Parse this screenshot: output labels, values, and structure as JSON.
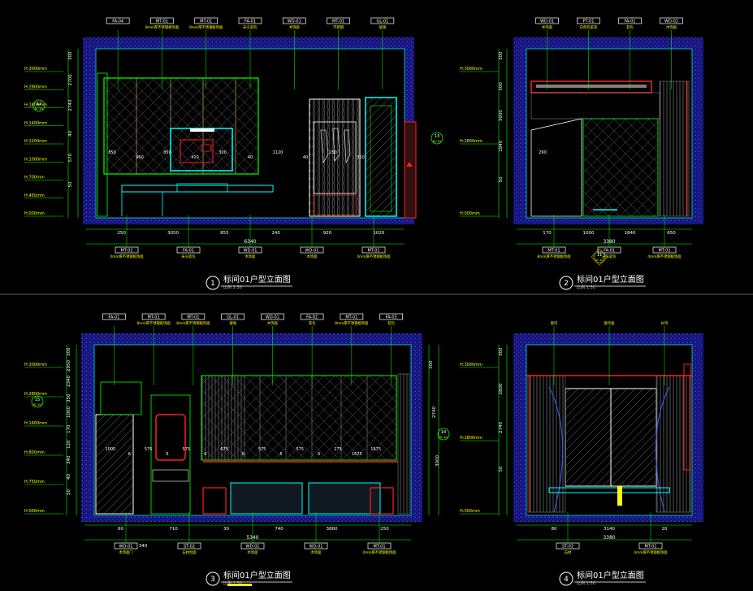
{
  "colors": {
    "background": "#000000",
    "wall": "#1a1aa0",
    "wall_hatch": "#4f4fe0",
    "cyan": "#00ffff",
    "green": "#00ff00",
    "yellow": "#ffff00",
    "white": "#ffffff",
    "red": "#ff2020",
    "magenta": "#ff00ff",
    "orange": "#ff9900",
    "grey": "#808080"
  },
  "separators": {
    "separator_color": "#606060"
  },
  "elevations": [
    {
      "number": "1",
      "title": "标间01户型立面图",
      "scale": "比例 1:30",
      "levels": [
        "H:3000mm",
        "H:2800mm",
        "H:1800mm",
        "H:1400mm",
        "H:1200mm",
        "H:1000mm",
        "H:700mm",
        "H:450mm",
        "H:000mm"
      ],
      "vertical_dims": [
        "300",
        "2700",
        "2740",
        "40",
        "570",
        "50"
      ],
      "bottom_dims": [
        "250",
        "3050",
        "855",
        "240",
        "920",
        "1020"
      ],
      "total_dim": "6340",
      "inner_dims": [
        "850",
        "960",
        "850",
        "410",
        "300",
        "40",
        "1120",
        "40",
        "250",
        "350"
      ],
      "section_mark_left": {
        "num": "12",
        "ref": "IE-10"
      },
      "section_mark_right": {
        "num": "13",
        "ref": "IE-10"
      },
      "top_tags": [
        {
          "code": "FA-04",
          "note": ""
        },
        {
          "code": "MT-01",
          "note": "8mm厚不锈钢板饰面"
        },
        {
          "code": "MT-01",
          "note": "8mm厚不锈钢板饰面"
        },
        {
          "code": "FA-01",
          "note": "床头软包"
        },
        {
          "code": "WD-01",
          "note": "木饰面"
        },
        {
          "code": "MT-01",
          "note": "不锈钢"
        },
        {
          "code": "GL-01",
          "note": "玻璃"
        }
      ],
      "bottom_tags": [
        {
          "code": "MT-01",
          "note": "4mm厚不锈钢板饰面"
        },
        {
          "code": "FA-01",
          "note": "床头软包"
        },
        {
          "code": "WD-01",
          "note": "木饰面"
        },
        {
          "code": "WD-01",
          "note": "木饰面"
        },
        {
          "code": "MT-01",
          "note": "4mm厚不锈钢板饰面"
        }
      ]
    },
    {
      "number": "2",
      "title": "标间01户型立面图",
      "scale": "比例 1:30",
      "levels": [
        "H:3000mm",
        "H:2800mm",
        "H:000mm"
      ],
      "vertical_dims": [
        "300",
        "500",
        "3000",
        "1840",
        "50"
      ],
      "bottom_dims": [
        "170",
        "1000",
        "1840",
        "650"
      ],
      "total_dim": "3380",
      "inner_dims": [
        "290"
      ],
      "section_mark_bottom": {
        "num": "11",
        "ref": "IE-10"
      },
      "top_tags": [
        {
          "code": "WD-01",
          "note": "木饰面"
        },
        {
          "code": "PT-01",
          "note": "白色乳胶漆"
        },
        {
          "code": "FA-01",
          "note": "软包"
        },
        {
          "code": "WD-01",
          "note": "木饰面"
        }
      ],
      "bottom_tags": [
        {
          "code": "MT-01",
          "note": "8mm厚不锈钢板饰面"
        },
        {
          "code": "FA-01",
          "note": "床头软包"
        },
        {
          "code": "MT-01",
          "note": "4mm厚不锈钢板饰面"
        }
      ]
    },
    {
      "number": "3",
      "title": "标间01户型立面图",
      "scale": "比例 1:30",
      "levels": [
        "H:3000mm",
        "H:2800mm",
        "H:1600mm",
        "H:800mm",
        "H:750mm",
        "H:000mm"
      ],
      "vertical_dims": [
        "300",
        "2950",
        "2340",
        "350",
        "1000",
        "170",
        "120",
        "340",
        "40",
        "50"
      ],
      "right_dims": [
        "300",
        "2740",
        "3000"
      ],
      "bottom_dims": [
        "60",
        "710",
        "30",
        "740",
        "3860",
        "250"
      ],
      "total_dim": "5340",
      "extra_dim": "340",
      "inner_dims": [
        "1000",
        "6",
        "575",
        "6",
        "575",
        "6",
        "675",
        "6",
        "575",
        "6",
        "575",
        "6",
        "275",
        "1675",
        "1675"
      ],
      "section_mark_left": {
        "num": "15",
        "ref": "IE-10"
      },
      "section_mark_right": {
        "num": "14",
        "ref": "IE-10"
      },
      "top_tags": [
        {
          "code": "FA-01",
          "note": ""
        },
        {
          "code": "MT-01",
          "note": "8mm厚不锈钢板饰面"
        },
        {
          "code": "MT-01",
          "note": "8mm厚不锈钢板饰面"
        },
        {
          "code": "GL-01",
          "note": "玻璃"
        },
        {
          "code": "WD-01",
          "note": "木饰面"
        },
        {
          "code": "FA-02",
          "note": "软包"
        },
        {
          "code": "MT-01",
          "note": "8mm厚不锈钢板饰面"
        },
        {
          "code": "FA-03",
          "note": "软包"
        }
      ],
      "bottom_tags": [
        {
          "code": "WD-01",
          "note": "木饰面门"
        },
        {
          "code": "ST-02",
          "note": "石材台面"
        },
        {
          "code": "WD-01",
          "note": "木饰面"
        },
        {
          "code": "WD-01",
          "note": "木饰面"
        },
        {
          "code": "MT-01",
          "note": "4mm厚不锈钢板饰面"
        }
      ]
    },
    {
      "number": "4",
      "title": "标间01户型立面图",
      "scale": "比例 1:30",
      "levels": [
        "H:3000mm",
        "H:2800mm",
        "H:000mm"
      ],
      "vertical_dims": [
        "300",
        "2800",
        "2740",
        "50"
      ],
      "bottom_dims": [
        "80",
        "3140",
        "20"
      ],
      "total_dim": "3380",
      "top_tags": [
        {
          "code": "",
          "note": "窗帘"
        },
        {
          "code": "",
          "note": "窗帘盒"
        },
        {
          "code": "",
          "note": "纱帘"
        }
      ],
      "bottom_tags": [
        {
          "code": "ST-03",
          "note": "石材"
        },
        {
          "code": "MT-01",
          "note": "4mm厚不锈钢板饰面"
        }
      ]
    }
  ]
}
